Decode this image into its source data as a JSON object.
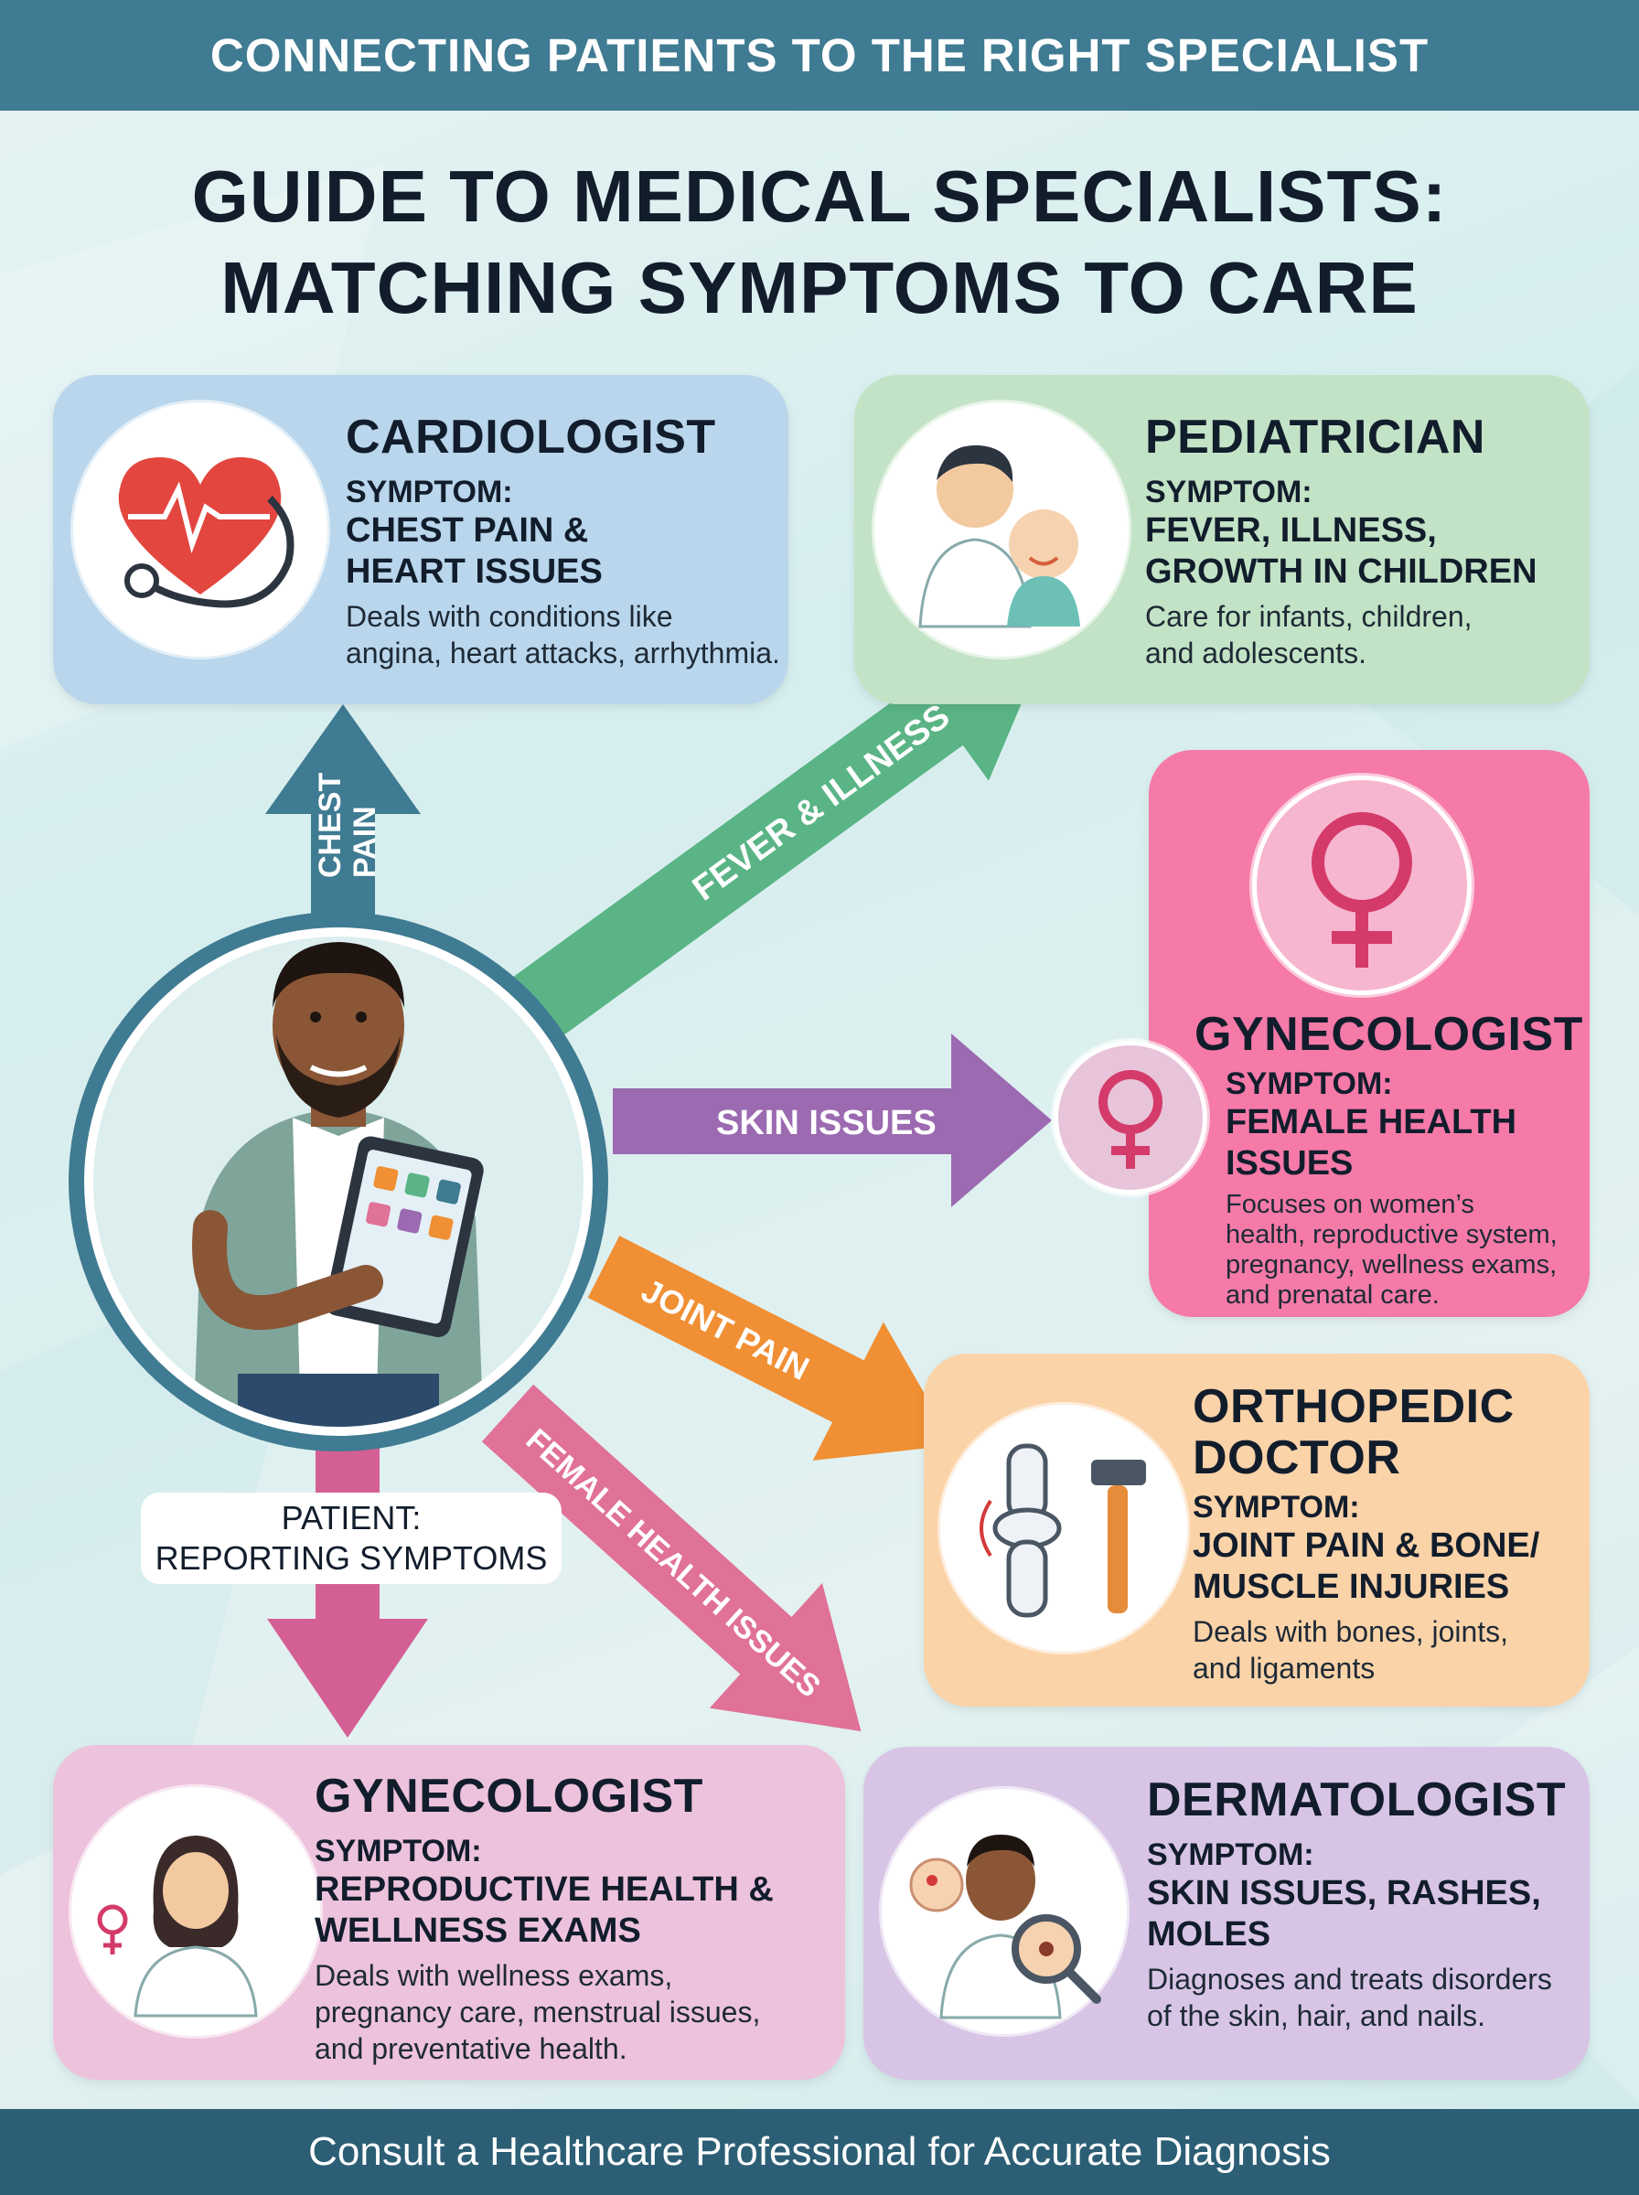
{
  "header": {
    "banner": "CONNECTING PATIENTS TO THE RIGHT SPECIALIST"
  },
  "title": {
    "line1": "GUIDE TO MEDICAL SPECIALISTS:",
    "line2": "MATCHING SYMPTOMS TO CARE"
  },
  "patient": {
    "line1": "PATIENT:",
    "line2": "REPORTING SYMPTOMS"
  },
  "arrows": {
    "chest_pain": [
      "CHEST",
      "PAIN"
    ],
    "fever": "FEVER & ILLNESS",
    "skin": "SKIN ISSUES",
    "joint": "JOINT PAIN",
    "female": "FEMALE HEALTH ISSUES"
  },
  "cards": {
    "cardiologist": {
      "name": "CARDIOLOGIST",
      "symptom_label": "SYMPTOM:",
      "symptom": [
        "CHEST PAIN &",
        "HEART ISSUES"
      ],
      "desc": [
        "Deals with conditions like",
        "angina, heart attacks, arrhythmia."
      ],
      "color": "#b9d6ec",
      "icon": "heart-stethoscope-icon"
    },
    "pediatrician": {
      "name": "PEDIATRICIAN",
      "symptom_label": "SYMPTOM:",
      "symptom": [
        "FEVER, ILLNESS,",
        "GROWTH IN CHILDREN"
      ],
      "desc": [
        "Care for infants, children,",
        "and adolescents."
      ],
      "color": "#c3e3c6",
      "icon": "doctor-with-baby-icon"
    },
    "gynecologist_right": {
      "name": "GYNECOLOGIST",
      "symptom_label": "SYMPTOM:",
      "symptom": [
        "FEMALE HEALTH",
        "ISSUES"
      ],
      "desc": [
        "Focuses on women’s",
        "health, reproductive system,",
        "pregnancy, wellness exams,",
        "and prenatal care."
      ],
      "color": "#f57aa8",
      "icon": "female-symbol-icon"
    },
    "orthopedic": {
      "name": [
        "ORTHOPEDIC",
        "DOCTOR"
      ],
      "symptom_label": "SYMPTOM:",
      "symptom": [
        "JOINT PAIN & BONE/",
        "MUSCLE INJURIES"
      ],
      "desc": [
        "Deals with bones, joints,",
        "and ligaments"
      ],
      "color": "#fbd3a8",
      "icon": "knee-joint-hammer-icon"
    },
    "gynecologist_bottom": {
      "name": "GYNECOLOGIST",
      "symptom_label": "SYMPTOM:",
      "symptom": [
        "REPRODUCTIVE HEALTH &",
        "WELLNESS EXAMS"
      ],
      "desc": [
        "Deals with wellness exams,",
        "pregnancy care, menstrual issues,",
        "and preventative health."
      ],
      "color": "#edc2dc",
      "icon": "female-doctor-icon"
    },
    "dermatologist": {
      "name": "DERMATOLOGIST",
      "symptom_label": "SYMPTOM:",
      "symptom": [
        "SKIN ISSUES, RASHES,",
        "MOLES"
      ],
      "desc": [
        "Diagnoses and treats disorders",
        "of the skin, hair, and nails."
      ],
      "color": "#d8c5e6",
      "icon": "dermatologist-magnifier-icon"
    }
  },
  "footer": {
    "text": "Consult a Healthcare Professional for Accurate Diagnosis"
  }
}
